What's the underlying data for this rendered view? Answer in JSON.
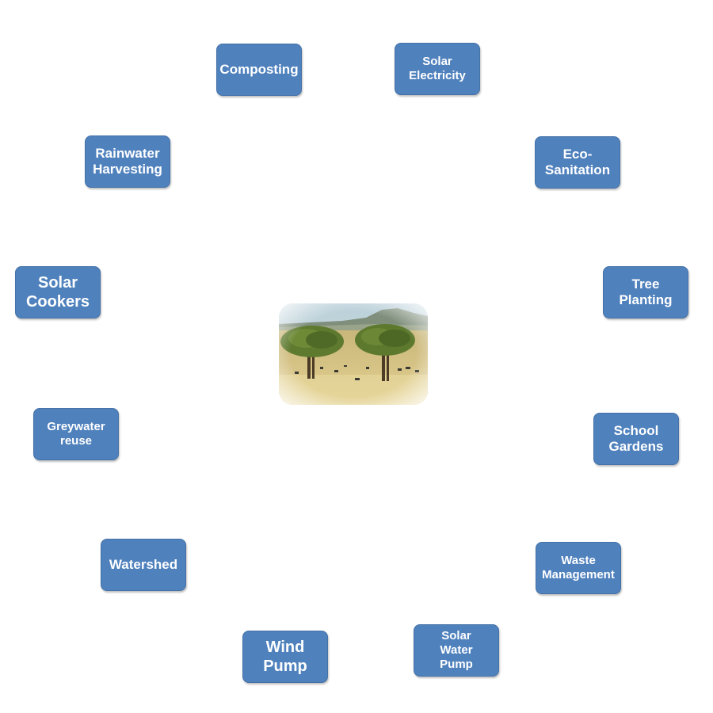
{
  "colors": {
    "node_fill": "#4f81bd",
    "node_border": "#4472a8",
    "node_text": "#ffffff"
  },
  "center_image": {
    "icon": "savanna-landscape-photo"
  },
  "nodes": {
    "composting": "Composting",
    "solar_electricity": "Solar\nElectricity",
    "eco_sanitation": "Eco-\nSanitation",
    "tree_planting": "Tree\nPlanting",
    "school_gardens": "School\nGardens",
    "waste_management": "Waste\nManagement",
    "solar_water_pump": "Solar\nWater\nPump",
    "wind_pump": "Wind\nPump",
    "watershed": "Watershed",
    "greywater_reuse": "Greywater\nreuse",
    "solar_cookers": "Solar\nCookers",
    "rainwater_harvesting": "Rainwater\nHarvesting"
  }
}
